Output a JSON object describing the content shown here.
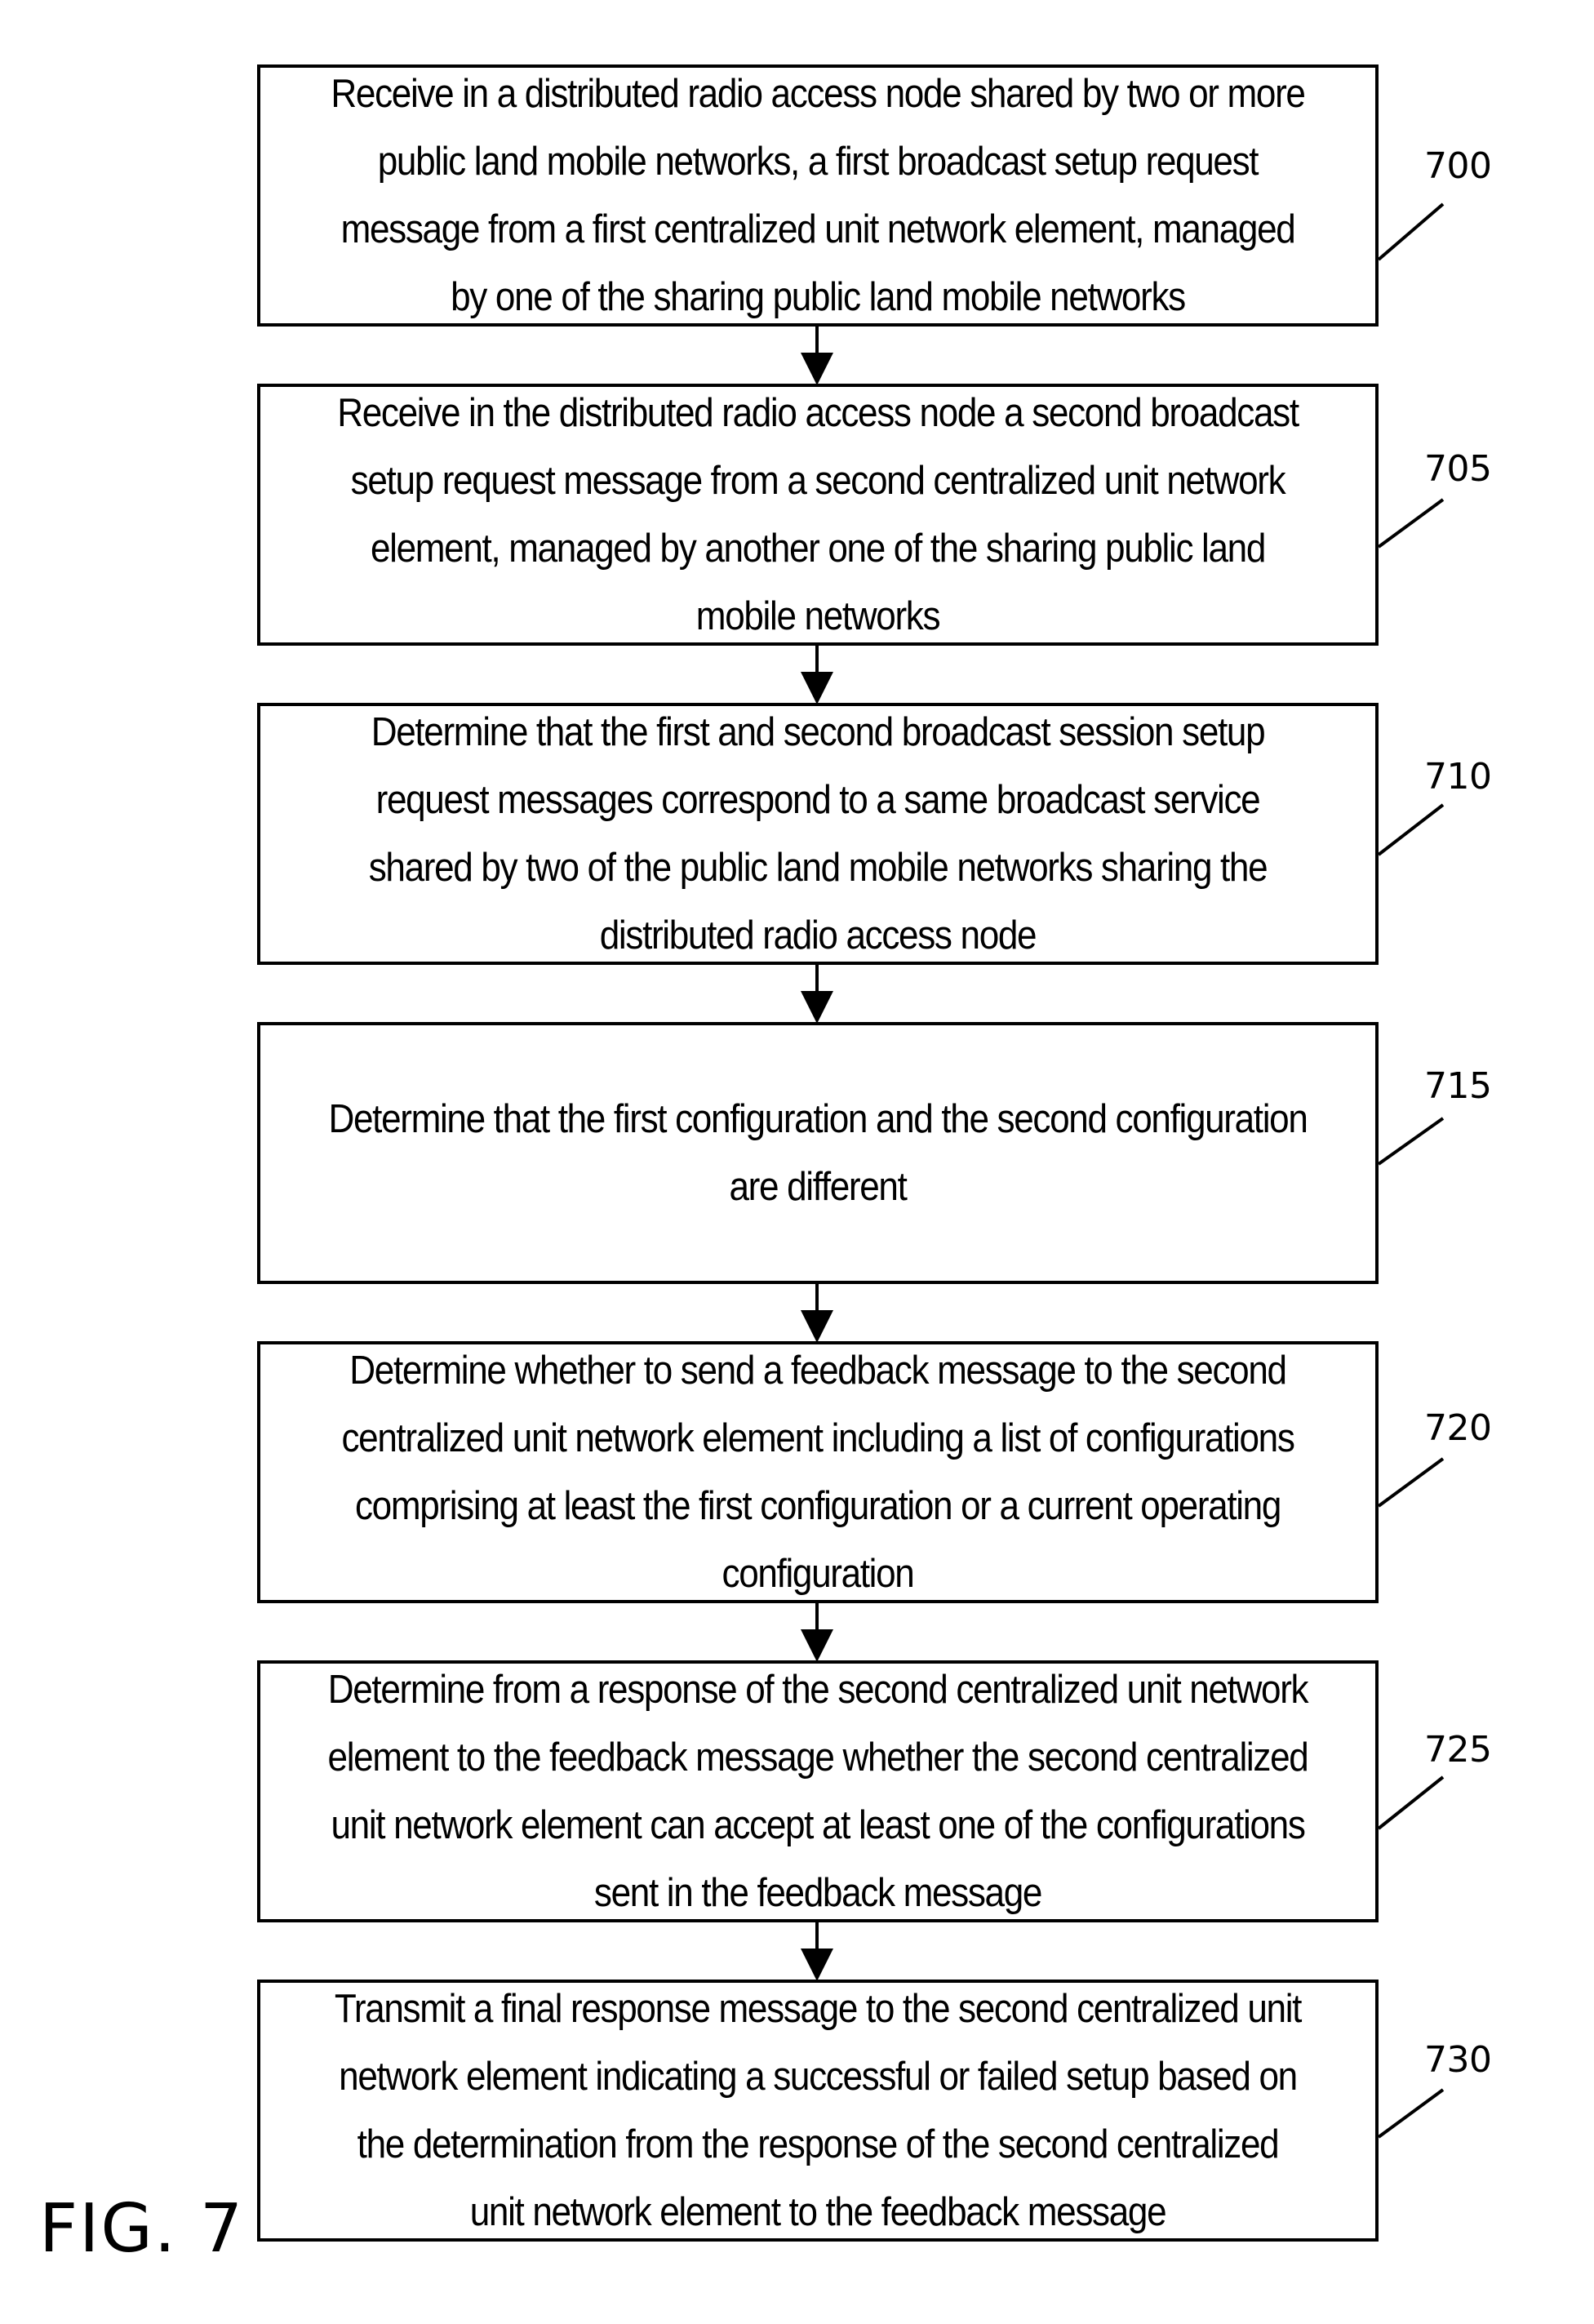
{
  "figure_label": "FIG. 7",
  "steps": [
    {
      "ref": "700",
      "text": "Receive in a distributed radio access node shared by two or more public land mobile networks, a first broadcast setup request message from a first centralized unit network element, managed by one of the sharing public land mobile networks"
    },
    {
      "ref": "705",
      "text": "Receive in the distributed radio access node a second broadcast setup request message from a second centralized unit network element, managed by another one of the sharing public land mobile networks"
    },
    {
      "ref": "710",
      "text": "Determine that the first and second broadcast session setup request messages correspond to a same broadcast service shared by two of the public land mobile networks sharing the distributed radio access node"
    },
    {
      "ref": "715",
      "text": "Determine that the first configuration and the second configuration are different"
    },
    {
      "ref": "720",
      "text": "Determine whether to send a feedback message to the second centralized unit network element including a list of configurations comprising at least the first configuration or a current operating configuration"
    },
    {
      "ref": "725",
      "text": "Determine from a response of the second centralized unit network element to the feedback message whether the second centralized unit network element can accept at least one of the configurations sent in the feedback message"
    },
    {
      "ref": "730",
      "text": "Transmit a final response message to the second centralized unit network element indicating a successful or failed setup based on the determination from the response of the second centralized unit network element to the feedback message"
    }
  ]
}
